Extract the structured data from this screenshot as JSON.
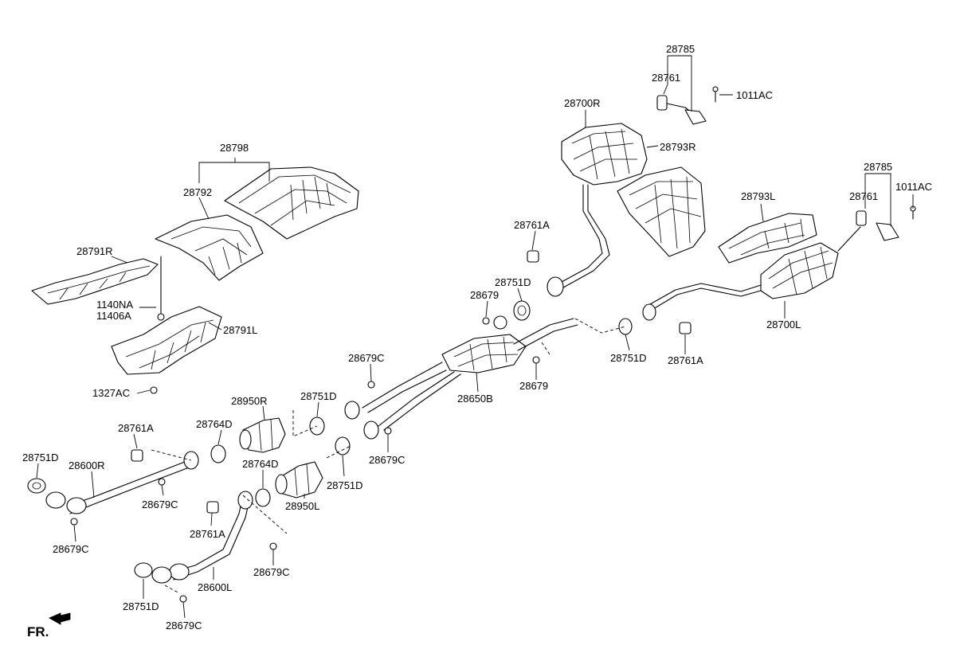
{
  "labels": {
    "p28798": "28798",
    "p28792": "28792",
    "p28791R": "28791R",
    "p1140NA": "1140NA",
    "p11406A": "11406A",
    "p28791L": "28791L",
    "p1327AC": "1327AC",
    "p28785_top": "28785",
    "p28761_top": "28761",
    "p1011AC_top": "1011AC",
    "p28700R": "28700R",
    "p28793R": "28793R",
    "p28793L": "28793L",
    "p28785_right": "28785",
    "p28761_right": "28761",
    "p1011AC_right": "1011AC",
    "p28761A_mid": "28761A",
    "p28751D_mid": "28751D",
    "p28679_left": "28679",
    "p28700L": "28700L",
    "p28751D_right": "28751D",
    "p28761A_right": "28761A",
    "p28679C_upper": "28679C",
    "p28650B": "28650B",
    "p28679_right": "28679",
    "p28950R": "28950R",
    "p28751D_upper": "28751D",
    "p28764D_upper": "28764D",
    "p28761A_left": "28761A",
    "p28751D_left": "28751D",
    "p28600R": "28600R",
    "p28679C_mid": "28679C",
    "p28679C_lower": "28679C",
    "p28764D_lower": "28764D",
    "p28751D_lower": "28751D",
    "p28950L": "28950L",
    "p28679C_left": "28679C",
    "p28761A_bottom": "28761A",
    "p28679C_bottom": "28679C",
    "p28600L": "28600L",
    "p28751D_bottom": "28751D",
    "p28679C_btm2": "28679C"
  },
  "fr_label": "FR."
}
